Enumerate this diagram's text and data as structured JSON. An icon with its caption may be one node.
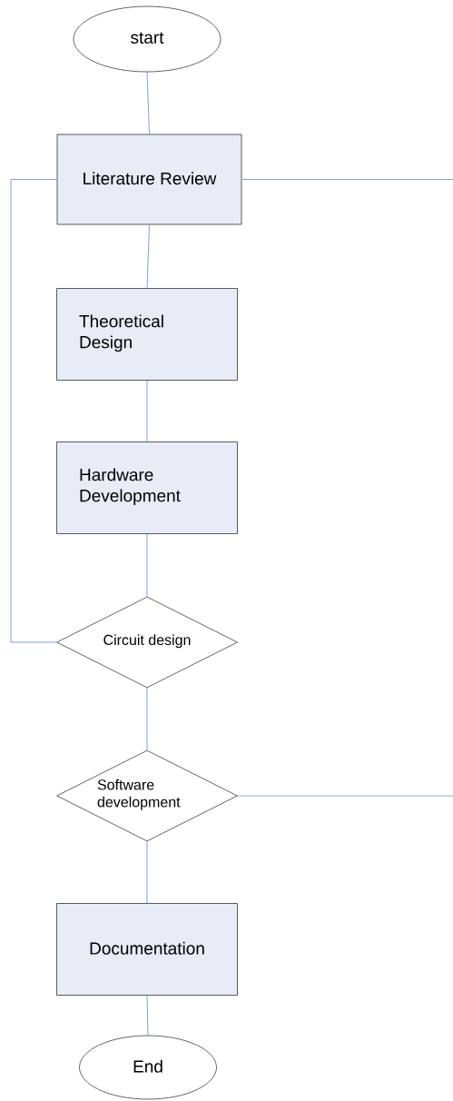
{
  "diagram": {
    "nodes": [
      {
        "text": [
          "start"
        ]
      },
      {
        "text": [
          "Literature Review"
        ]
      },
      {
        "text": [
          "Theoretical Design"
        ]
      },
      {
        "text": [
          "Hardware Development"
        ]
      },
      {
        "text": [
          "Circuit design"
        ]
      },
      {
        "text": [
          "Software development"
        ]
      },
      {
        "text": [
          "Documentation"
        ]
      },
      {
        "text": [
          "End"
        ]
      }
    ],
    "edges": [
      {
        "from": 0,
        "to": 1,
        "arrow": "none"
      },
      {
        "from": 1,
        "to": 2,
        "arrow": "none"
      },
      {
        "from": 2,
        "to": 3,
        "arrow": "none"
      },
      {
        "from": 3,
        "to": 4,
        "arrow": "none"
      },
      {
        "from": 4,
        "to": 5,
        "arrow": "none"
      },
      {
        "from": 5,
        "to": 6,
        "arrow": "none"
      },
      {
        "from": 6,
        "to": 7,
        "arrow": "none"
      },
      {
        "from": 4,
        "to": 1,
        "arrow": "none"
      },
      {
        "from": 1,
        "to": null,
        "arrow": "none"
      },
      {
        "from": 5,
        "to": null,
        "arrow": "none"
      }
    ]
  }
}
